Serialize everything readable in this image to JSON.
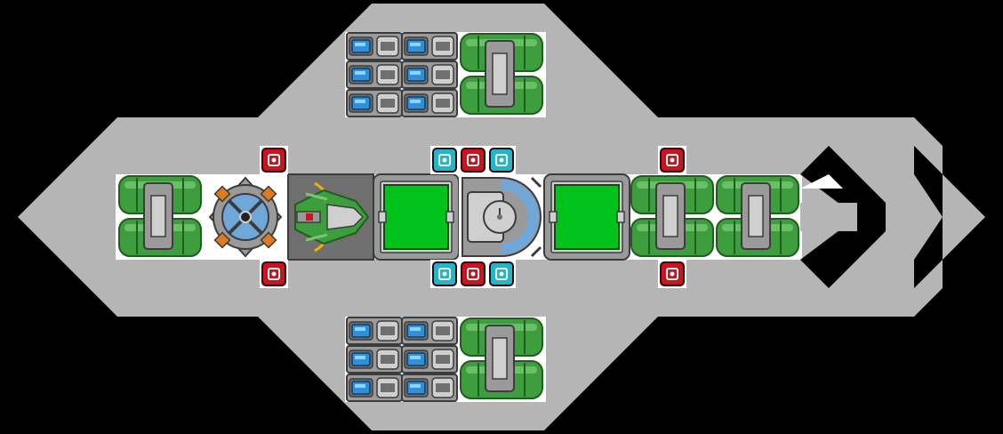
{
  "canvas": {
    "background": "#000000"
  },
  "colors": {
    "hull": "#b5b5b5",
    "deck": "#ffffff",
    "outline": "#3c3c3c",
    "metal_dark": "#6f6f6f",
    "metal": "#9a9a9a",
    "metal_light": "#cfcfcf",
    "tank_green": "#3e9e3e",
    "tank_green_light": "#74c874",
    "tank_green_dark": "#1f5e1f",
    "battery_blue": "#2f8fd8",
    "battery_blue_light": "#8fd3ff",
    "screen_green": "#00c21a",
    "thruster_red": "#c8141e",
    "thruster_cyan": "#1fb6c8",
    "accent_orange": "#e07a1f",
    "accent_yellow": "#f0b400",
    "shield_blue": "#6fa8d8"
  },
  "ship": {
    "parts": [
      {
        "kind": "battery-module",
        "role": "power-cell"
      },
      {
        "kind": "fuel-tank",
        "role": "propellant"
      },
      {
        "kind": "reactor-core",
        "role": "reactor"
      },
      {
        "kind": "cockpit",
        "role": "command"
      },
      {
        "kind": "cargo-container",
        "role": "storage"
      },
      {
        "kind": "shield-generator",
        "role": "defense"
      },
      {
        "kind": "maneuver-thruster-red",
        "role": "rcs"
      },
      {
        "kind": "maneuver-thruster-cyan",
        "role": "rcs"
      },
      {
        "kind": "main-engine",
        "role": "propulsion"
      }
    ]
  }
}
